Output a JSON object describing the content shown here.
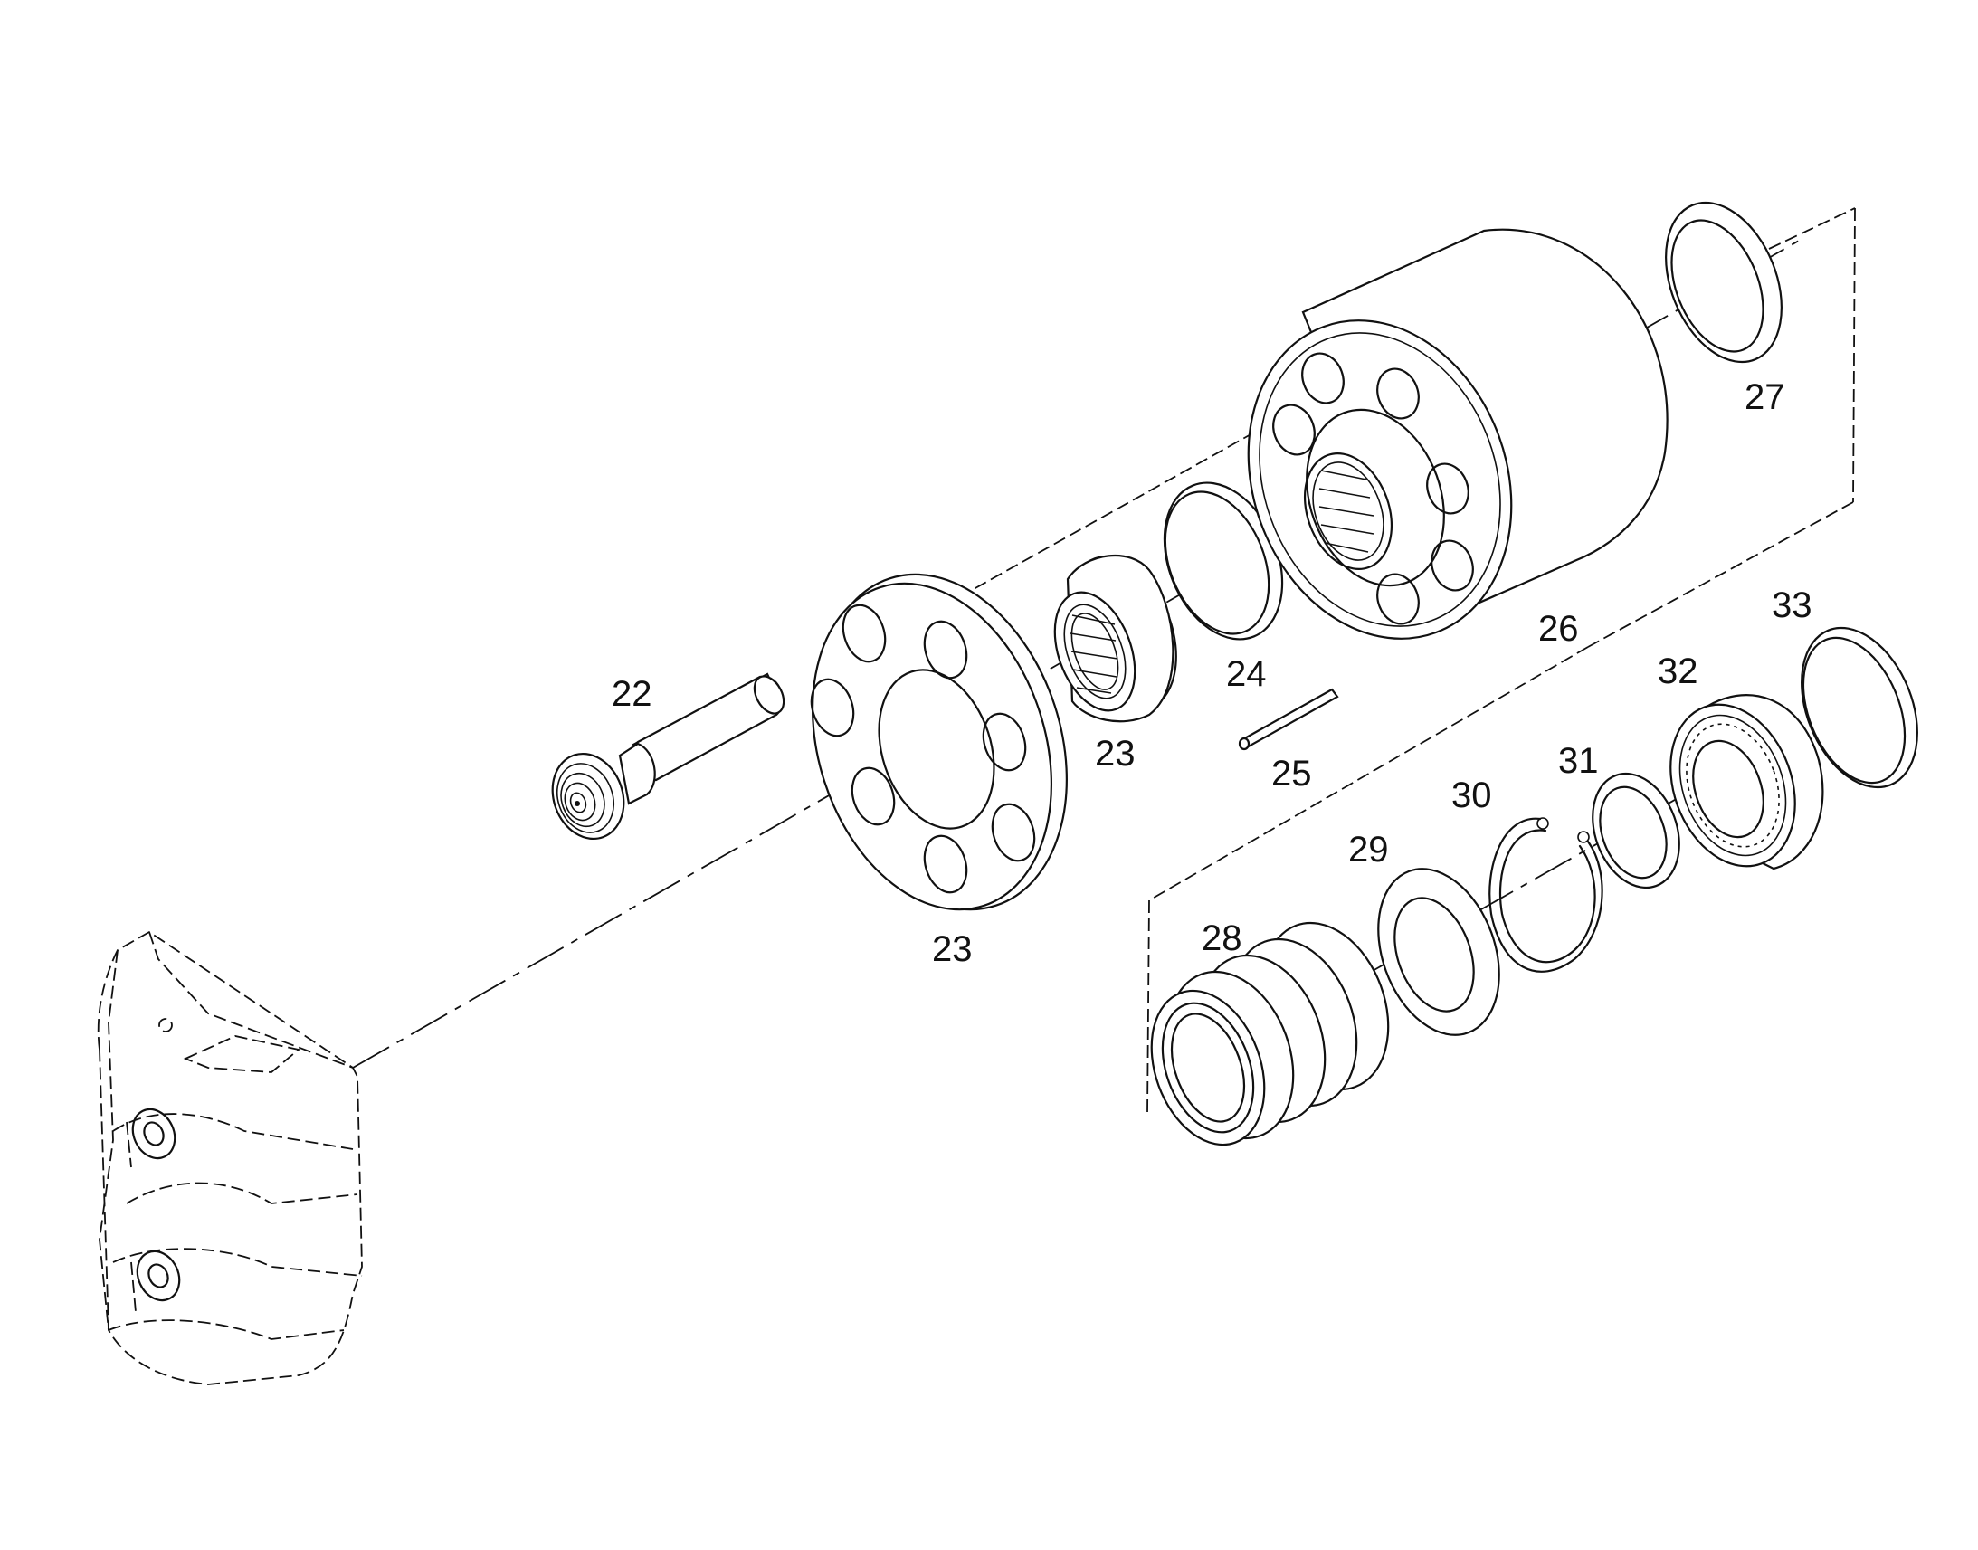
{
  "callouts": {
    "c22": "22",
    "c23a": "23",
    "c23b": "23",
    "c24": "24",
    "c25": "25",
    "c26": "26",
    "c27": "27",
    "c28": "28",
    "c29": "29",
    "c30": "30",
    "c31": "31",
    "c32": "32",
    "c33": "33"
  }
}
